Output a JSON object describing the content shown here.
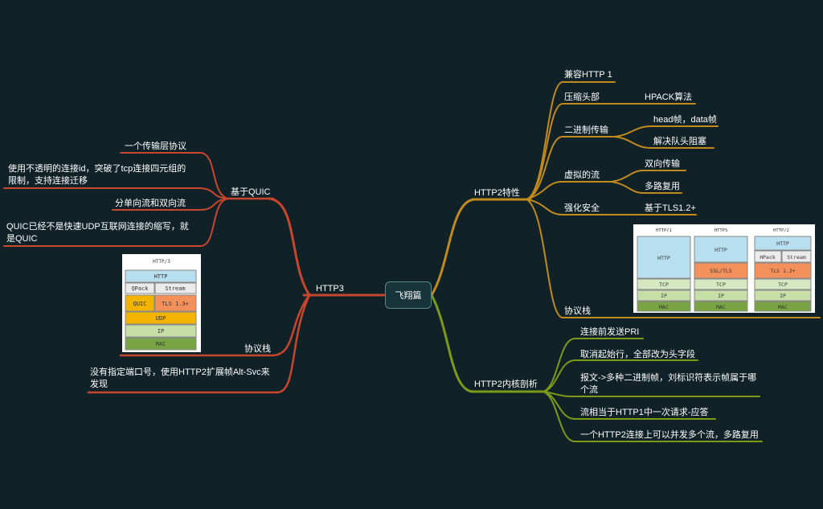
{
  "root": {
    "label": "飞翔篇"
  },
  "colors": {
    "background": "#102228",
    "http3_branch": "#c8462c",
    "http2_features_branch": "#c08a1c",
    "http2_internals_branch": "#7c9a1a"
  },
  "http3": {
    "label": "HTTP3",
    "quic": {
      "label": "基于QUIC",
      "items": [
        "一个传输层协议",
        "使用不透明的连接id，突破了tcp连接四元组的限制，支持连接迁移",
        "分单向流和双向流",
        "QUIC已经不是快速UDP互联网连接的缩写，就是QUIC"
      ]
    },
    "stack": {
      "label": "协议栈",
      "image": {
        "title": "HTTP/3",
        "layers": [
          "HTTP",
          "QPack",
          "Stream",
          "QUIC",
          "TLS 1.3+",
          "UDP",
          "IP",
          "MAC"
        ]
      }
    },
    "alt_svc": "没有指定端口号，使用HTTP2扩展帧Alt-Svc来发现"
  },
  "http2_features": {
    "label": "HTTP2特性",
    "items": {
      "compat": "兼容HTTP 1",
      "header_compress": {
        "label": "压缩头部",
        "child": "HPACK算法"
      },
      "binary": {
        "label": "二进制传输",
        "children": [
          "head帧，data帧",
          "解决队头阻塞"
        ]
      },
      "virtual_stream": {
        "label": "虚拟的流",
        "children": [
          "双向传输",
          "多路复用"
        ]
      },
      "security": {
        "label": "强化安全",
        "child": "基于TLS1.2+"
      },
      "stack": {
        "label": "协议栈",
        "image": {
          "columns": [
            {
              "title": "HTTP/1",
              "layers": [
                "HTTP",
                "TCP",
                "IP",
                "MAC"
              ]
            },
            {
              "title": "HTTPS",
              "layers": [
                "HTTP",
                "SSL/TLS",
                "TCP",
                "IP",
                "MAC"
              ]
            },
            {
              "title": "HTTP/2",
              "layers": [
                "HTTP",
                "HPack",
                "Stream",
                "TLS 1.2+",
                "TCP",
                "IP",
                "MAC"
              ]
            }
          ]
        }
      }
    }
  },
  "http2_internals": {
    "label": "HTTP2内核剖析",
    "items": [
      "连接前发送PRI",
      "取消起始行，全部改为头字段",
      "报文->多种二进制帧，刘标识符表示帧属于哪个流",
      "流相当于HTTP1中一次请求-应答",
      "一个HTTP2连接上可以并发多个流，多路复用"
    ]
  }
}
